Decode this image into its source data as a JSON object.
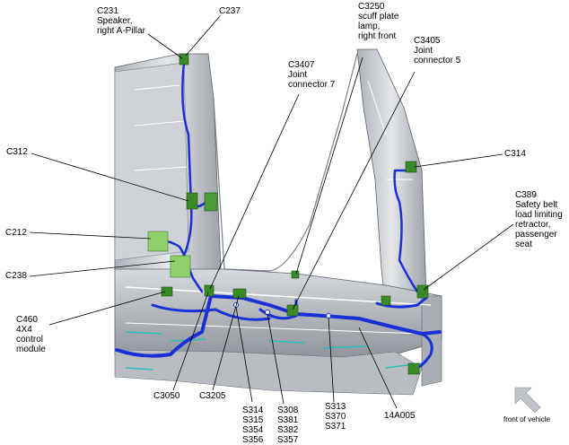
{
  "labels": {
    "c231": [
      "C231",
      "Speaker,",
      "right A-Pillar"
    ],
    "c237": [
      "C237"
    ],
    "c3250": [
      "C3250",
      "scuff plate",
      "lamp,",
      "right front"
    ],
    "c3405": [
      "C3405",
      "Joint",
      "connector 5"
    ],
    "c3407": [
      "C3407",
      "Joint",
      "connector 7"
    ],
    "c312": [
      "C312"
    ],
    "c314": [
      "C314"
    ],
    "c389": [
      "C389",
      "Safety belt",
      "load limiting",
      "retractor,",
      "passenger",
      "seat"
    ],
    "c212": [
      "C212"
    ],
    "c238": [
      "C238"
    ],
    "c460": [
      "C460",
      "4X4",
      "control",
      "module"
    ],
    "c3050": [
      "C3050"
    ],
    "c3205": [
      "C3205"
    ],
    "s314": [
      "S314",
      "S315",
      "S354",
      "S356"
    ],
    "s308": [
      "S308",
      "S381",
      "S382",
      "S357"
    ],
    "s313": [
      "S313",
      "S370",
      "S371"
    ],
    "n14a005": [
      "14A005"
    ]
  },
  "front_of_vehicle": "front of vehicle",
  "colors": {
    "harness": "#1a2fd6",
    "connector": "#3a8a2a",
    "connector_light": "#8fd06a",
    "body": "#c9cdd2",
    "body_dark": "#6c7178",
    "accent_teal": "#29c0b8"
  }
}
